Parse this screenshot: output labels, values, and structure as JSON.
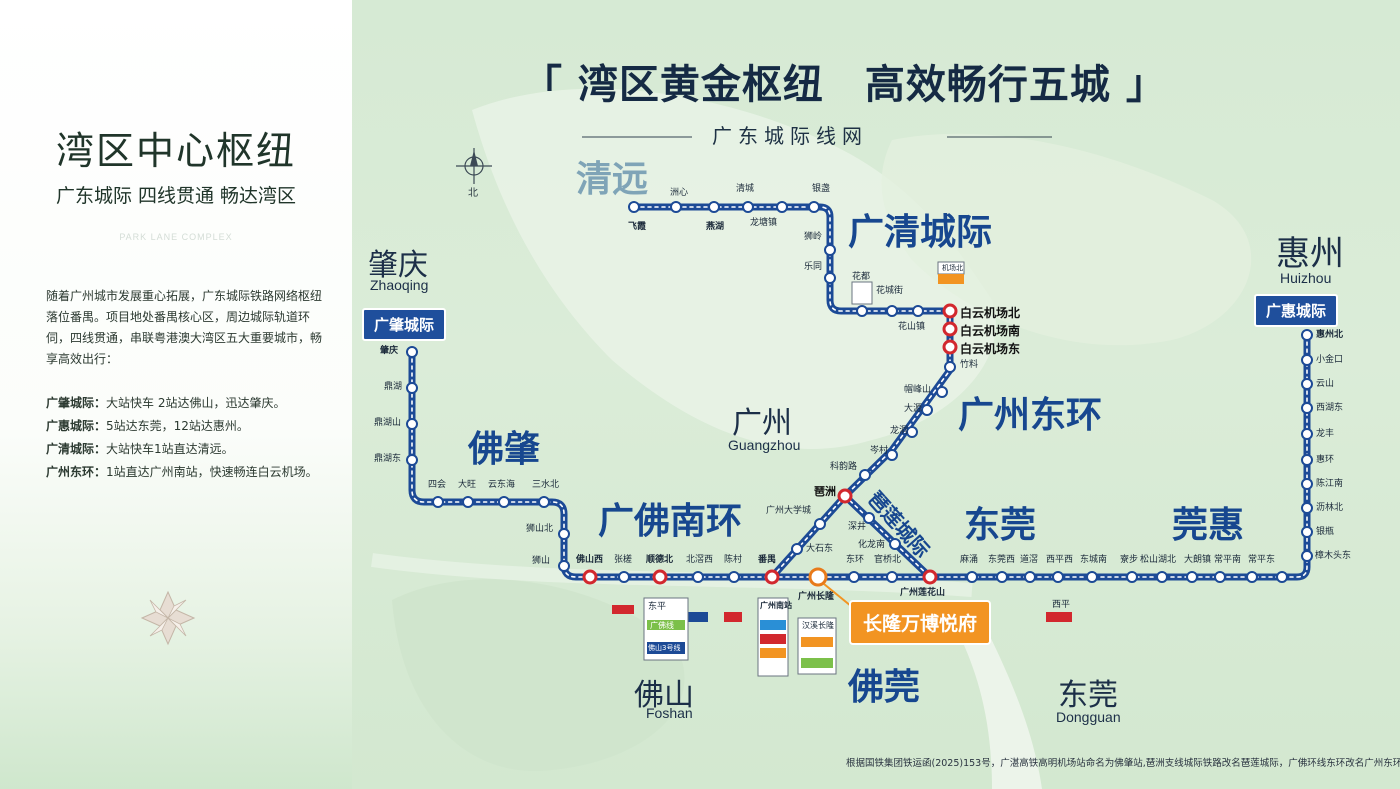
{
  "left": {
    "title": "湾区中心枢纽",
    "subtitle": "广东城际 四线贯通 畅达湾区",
    "english": "PARK LANE COMPLEX",
    "intro": "随着广州城市发展重心拓展，广东城际铁路网络枢纽落位番禺。项目地处番禺核心区，周边城际轨道环伺，四线贯通，串联粤港澳大湾区五大重要城市，畅享高效出行：",
    "points": [
      {
        "label": "广肇城际：",
        "text": "大站快车 2站达佛山，迅达肇庆。"
      },
      {
        "label": "广惠城际：",
        "text": "5站达东莞，12站达惠州。"
      },
      {
        "label": "广清城际：",
        "text": "大站快车1站直达清远。"
      },
      {
        "label": "广州东环：",
        "text": "1站直达广州南站，快速畅连白云机场。"
      }
    ]
  },
  "map": {
    "title": "「 湾区黄金枢纽　高效畅行五城 」",
    "subtitle": "广东城际线网",
    "north_label": "北",
    "regions": {
      "qingyuan": "清远",
      "zhaoqing": "肇庆",
      "zhaoqing_en": "Zhaoqing",
      "huizhou": "惠州",
      "huizhou_en": "Huizhou",
      "guangzhou": "广州",
      "guangzhou_en": "Guangzhou",
      "foshan": "佛山",
      "foshan_en": "Foshan",
      "dongguan": "东莞",
      "dongguan_en": "Dongguan"
    },
    "line_names": {
      "guangqing": "广清城际",
      "guangzhou_east": "广州东环",
      "fozhao": "佛肇",
      "guangfo_south": "广佛南环",
      "dongguan": "东莞",
      "guanhui": "莞惠",
      "fowan": "佛莞",
      "xilian": "琶莲城际"
    },
    "line_badges": {
      "zhaoqing": "广肇城际",
      "huizhou": "广惠城际"
    },
    "project_label": "长隆万博悦府",
    "footnote": "根据国铁集团铁运函(2025)153号，广湛高铁高明机场站命名为佛肇站,琶洲支线城际铁路改名琶莲城际，广佛环线东环改名广州东环。",
    "stations": {
      "qingyuan_line": [
        "飞霞",
        "洲心",
        "燕湖",
        "清城",
        "龙塘镇",
        "银盏",
        "狮岭",
        "乐同",
        "花都",
        "花城街",
        "花山镇"
      ],
      "airport": [
        "白云机场北",
        "白云机场南",
        "白云机场东",
        "机场北"
      ],
      "east_ring": [
        "竹料",
        "帽峰山",
        "大源",
        "龙洞",
        "岑村",
        "科韵路"
      ],
      "pazhou": "琶洲",
      "south_ring": [
        "广州大学城",
        "大石东",
        "深井",
        "化龙南"
      ],
      "zhaoqing_line": [
        "肇庆",
        "鼎湖",
        "鼎湖山",
        "鼎湖东",
        "四会",
        "大旺",
        "云东海",
        "三水北",
        "狮山北",
        "狮山"
      ],
      "main_line": [
        "佛山西",
        "张槎",
        "顺德北",
        "北滘西",
        "陈村",
        "番禺",
        "广州长隆",
        "东环",
        "官桥北",
        "广州莲花山",
        "麻涌",
        "东莞西",
        "道滘",
        "西平西",
        "东城南",
        "寮步",
        "松山湖北",
        "大朗镇",
        "常平南",
        "常平东",
        "樟木头东"
      ],
      "huizhou_line": [
        "惠州北",
        "小金口",
        "云山",
        "西湖东",
        "龙丰",
        "惠环",
        "陈江南",
        "沥林北",
        "银瓶"
      ],
      "transfers": [
        "东平",
        "广州南站",
        "汉溪长隆",
        "西平",
        "广佛线",
        "佛山3号线"
      ]
    }
  }
}
